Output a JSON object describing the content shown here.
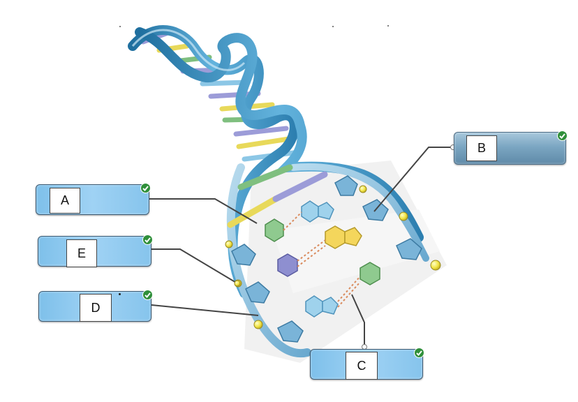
{
  "labels": {
    "a": {
      "letter": "A"
    },
    "b": {
      "letter": "B"
    },
    "c": {
      "letter": "C"
    },
    "d": {
      "letter": "D"
    },
    "e": {
      "letter": "E"
    }
  },
  "colors": {
    "backbone_blue": "#4a9cc9",
    "phosphate_yellow": "#f2e55a",
    "guanine_green": "#7fbf7f",
    "adenine_yellow": "#f4d65c",
    "cytosine_purple": "#8e8fd0",
    "thymine_blue": "#8cc7e6",
    "leader_line": "#444444",
    "check_green": "#2f8f3a"
  },
  "icons": [
    "checkmark-icon"
  ]
}
